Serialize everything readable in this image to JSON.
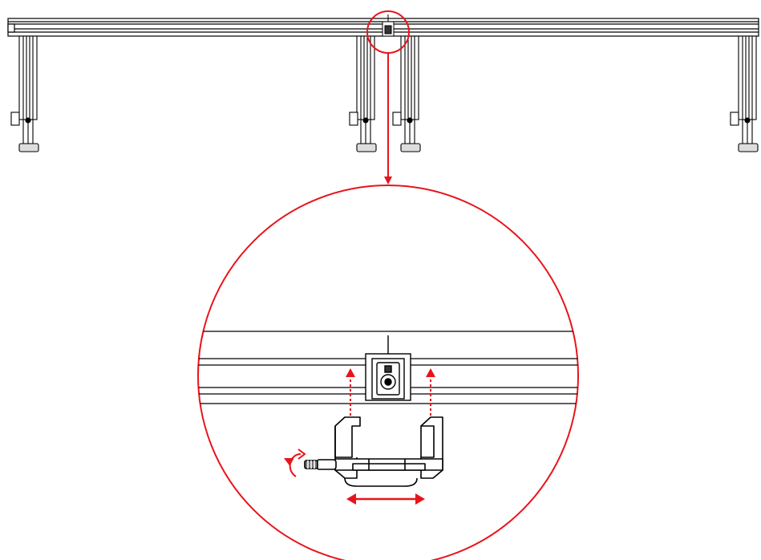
{
  "diagram": {
    "description_visible_text": "",
    "colors": {
      "line": "#000000",
      "accent": "#e8141b",
      "background": "#ffffff",
      "part_fill": "#f2f2f2",
      "dark_fill": "#3a3a3a"
    },
    "components": {
      "top_view": [
        "stage-rail",
        "stage-leg-1",
        "stage-leg-2",
        "stage-leg-3",
        "stage-leg-4",
        "stage-leg-5",
        "joint-highlight-circle"
      ],
      "detail_view": [
        "magnified-circle",
        "rail-section",
        "connector-block",
        "clamp",
        "insert-arrows",
        "slide-arrow",
        "rotate-arrow"
      ]
    },
    "icons": {
      "rotate": "rotate-icon",
      "slide": "double-arrow-icon",
      "insert": "up-arrow-icon"
    }
  }
}
